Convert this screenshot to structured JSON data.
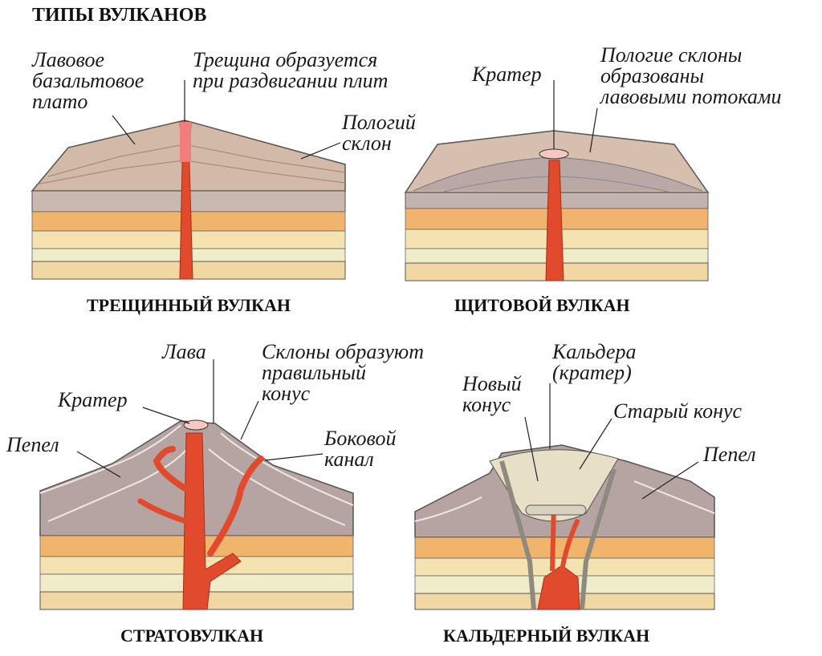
{
  "title": "ТИПЫ ВУЛКАНОВ",
  "colors": {
    "lava": "#e14a2c",
    "lava_light": "#f06a55",
    "slope": "#cfb6a6",
    "orange_band": "#f0b36c",
    "cream_band": "#f4e3b2",
    "pale_band": "#efeccb",
    "rock_grey": "#a89b98",
    "ink": "#2a2a2a"
  },
  "panels": {
    "fissure": {
      "caption": "ТРЕЩИННЫЙ ВУЛКАН",
      "labels": {
        "plateau": "Лавовое\nбазальтовое\nплато",
        "crack": "Трещина образуется\nпри раздвигании плит",
        "slope": "Пологий\nсклон"
      }
    },
    "shield": {
      "caption": "ЩИТОВОЙ ВУЛКАН",
      "labels": {
        "crater": "Кратер",
        "slopes": "Пологие склоны\nобразованы\nлавовыми потоками"
      }
    },
    "strato": {
      "caption": "СТРАТОВУЛКАН",
      "labels": {
        "lava": "Лава",
        "cone": "Склоны образуют\nправильный\nконус",
        "crater": "Кратер",
        "ash": "Пепел",
        "side": "Боковой\nканал"
      }
    },
    "caldera": {
      "caption": "КАЛЬДЕРНЫЙ ВУЛКАН",
      "labels": {
        "caldera": "Кальдера\n(кратер)",
        "new_cone": "Новый\nконус",
        "old_cone": "Старый конус",
        "ash": "Пепел"
      }
    }
  }
}
